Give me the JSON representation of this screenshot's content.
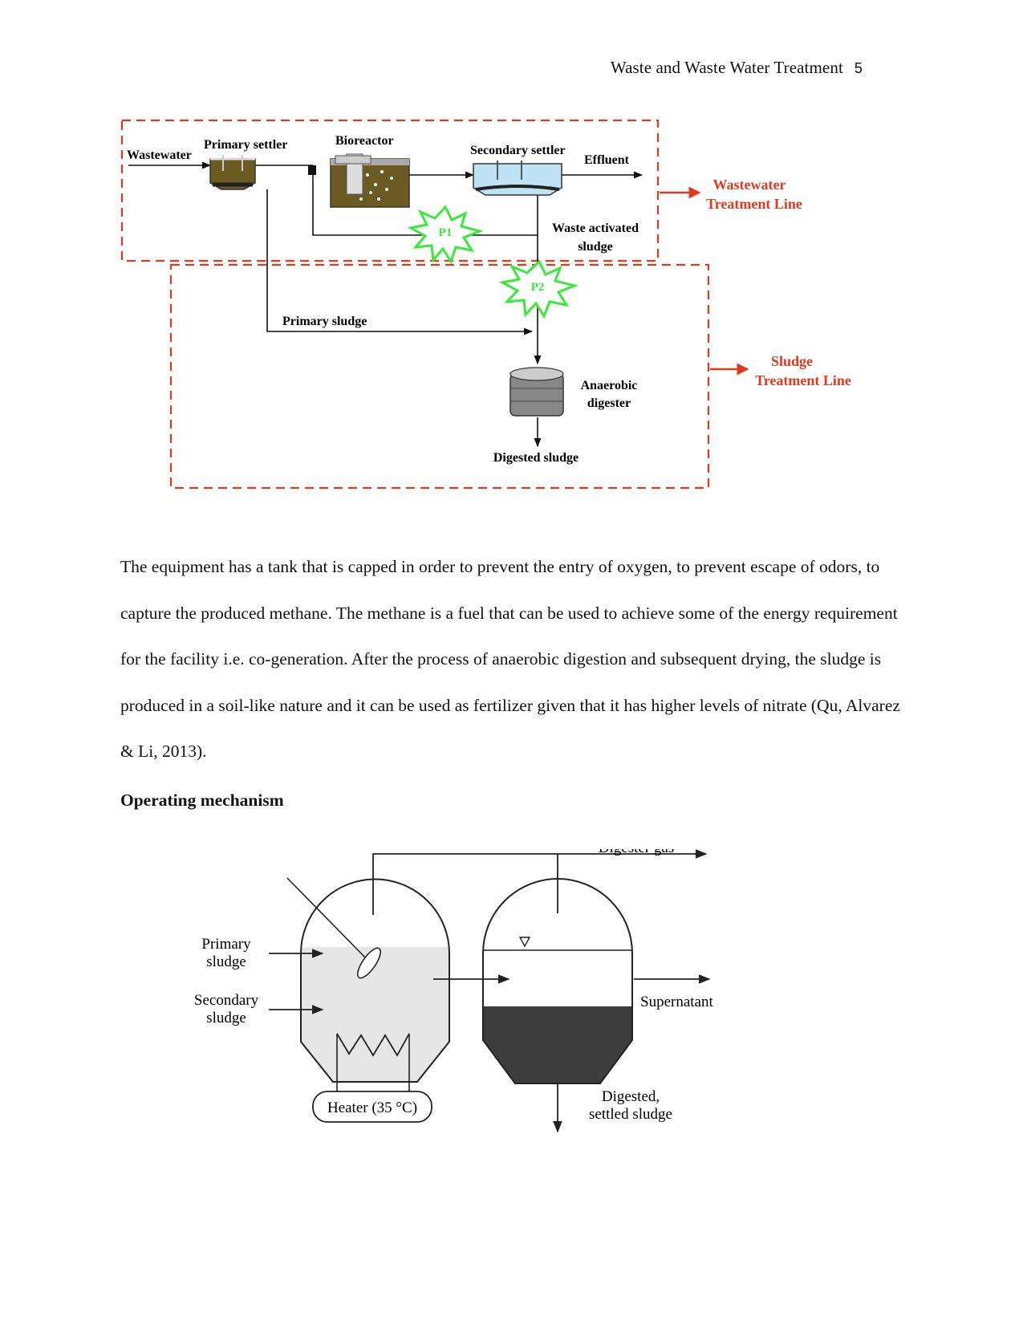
{
  "header": {
    "running_title": "Waste and Waste Water Treatment",
    "page_number": "5"
  },
  "figure1": {
    "labels": {
      "wastewater": "Wastewater",
      "primary_settler": "Primary settler",
      "bioreactor": "Bioreactor",
      "secondary_settler": "Secondary settler",
      "effluent": "Effluent",
      "waste_activated_line1": "Waste activated",
      "waste_activated_line2": "sludge",
      "p1": "P1",
      "p2": "P2",
      "primary_sludge": "Primary sludge",
      "anaerobic_line1": "Anaerobic",
      "anaerobic_line2": "digester",
      "digested_sludge": "Digested sludge",
      "wastewater_line_1": "Wastewater",
      "wastewater_line_2": "Treatment Line",
      "sludge_line_1": "Sludge",
      "sludge_line_2": "Treatment Line"
    },
    "colors": {
      "accent_red": "#e03a1e",
      "burst_green": "#3be83b",
      "sludge_brown": "#6b5a22",
      "water_blue": "#bfe3f5"
    }
  },
  "paragraph": "The equipment has a tank that is capped in order to prevent the entry of oxygen, to prevent escape of odors, to capture the produced methane. The methane is a fuel that can be used to achieve some of the energy requirement for the facility i.e. co-generation. After the process of anaerobic digestion and subsequent drying, the sludge is produced in a soil-like nature and it can be used as fertilizer given that it has higher levels of nitrate (Qu, Alvarez & Li, 2013).",
  "section_heading": "Operating mechanism",
  "figure2": {
    "labels": {
      "digester_gas": "Digester gas",
      "primary_line1": "Primary",
      "primary_line2": "sludge",
      "secondary_line1": "Secondary",
      "secondary_line2": "sludge",
      "supernatant": "Supernatant",
      "heater": "Heater (35 °C)",
      "digested_line1": "Digested,",
      "digested_line2": "settled sludge"
    }
  }
}
